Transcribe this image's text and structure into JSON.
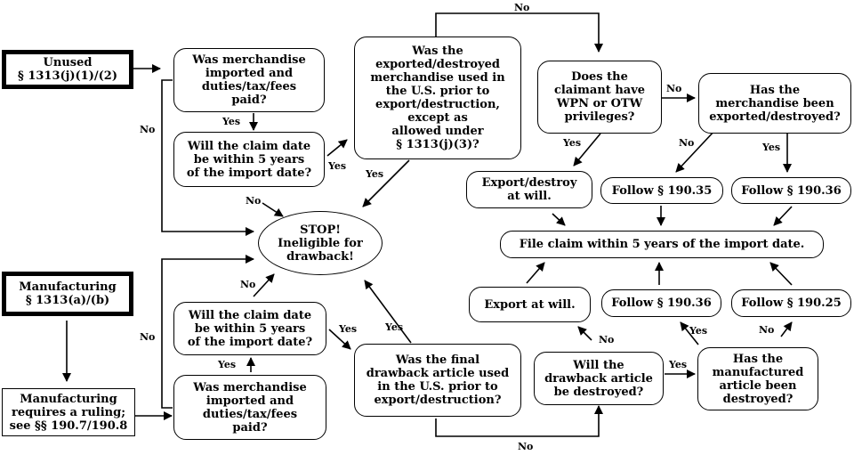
{
  "nodes": {
    "unused": "Unused\n§ 1313(j)(1)/(2)",
    "q_imported_top": "Was merchandise\nimported and\nduties/tax/fees\npaid?",
    "q_claim_top": "Will the claim date\nbe within 5 years\nof the import date?",
    "q_exported_used": "Was the\nexported/destroyed\nmerchandise used in\nthe U.S. prior to\nexport/destruction,\nexcept as\nallowed under\n§ 1313(j)(3)?",
    "q_wpn": "Does the\nclaimant have\nWPN or OTW\nprivileges?",
    "q_exported_destroyed": "Has the\nmerchandise been\nexported/destroyed?",
    "export_destroy_will": "Export/destroy\nat will.",
    "follow_19035": "Follow § 190.35",
    "follow_19036_top": "Follow § 190.36",
    "stop": "STOP!\nIneligible for\ndrawback!",
    "file_claim": "File claim within 5 years of the import date.",
    "manufacturing": "Manufacturing\n§ 1313(a)/(b)",
    "export_will": "Export at will.",
    "follow_19036_bottom": "Follow § 190.36",
    "follow_19025": "Follow § 190.25",
    "q_claim_bottom": "Will the claim date\nbe within 5 years\nof the import date?",
    "q_final_article": "Was the final\ndrawback article used\nin the U.S. prior to\nexport/destruction?",
    "q_destroyed": "Will the\ndrawback article\nbe destroyed?",
    "q_manufactured": "Has the\nmanufactured\narticle been\ndestroyed?",
    "q_imported_bottom": "Was merchandise\nimported and\nduties/tax/fees\npaid?",
    "ruling": "Manufacturing\nrequires a ruling;\nsee §§ 190.7/190.8"
  },
  "labels": {
    "no_top": "No",
    "yes_imported_top": "Yes",
    "no_left_top": "No",
    "yes_claim_top": "Yes",
    "no_claim_top": "No",
    "yes_exported_used": "Yes",
    "yes_wpn": "Yes",
    "no_wpn": "No",
    "no_exported_destroyed": "No",
    "yes_exported_destroyed": "Yes",
    "no_claim_bottom": "No",
    "yes_claim_bottom": "Yes",
    "no_left_bottom": "No",
    "yes_imported_bottom": "Yes",
    "yes_final_article": "Yes",
    "no_destroyed": "No",
    "yes_destroyed": "Yes",
    "yes_manufactured": "Yes",
    "no_manufactured": "No",
    "no_bottom": "No"
  }
}
